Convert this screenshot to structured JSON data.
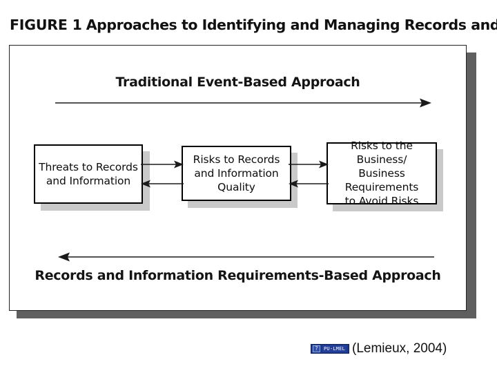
{
  "figure": {
    "label": "FIGURE 1",
    "caption": "Approaches to Identifying and Managing Records and Information Risks"
  },
  "diagram": {
    "top_approach": "Traditional Event-Based Approach",
    "bottom_approach": "Records and Information Requirements-Based Approach",
    "top_arrow_direction": "right",
    "bottom_arrow_direction": "left",
    "boxes": [
      {
        "id": "threats",
        "text": "Threats to Records\nand Information"
      },
      {
        "id": "quality",
        "text": "Risks to Records\nand Information Quality"
      },
      {
        "id": "business",
        "text": "Risks to the Business/\nBusiness Requirements\nto Avoid Risks"
      }
    ],
    "connectors": [
      {
        "from": "threats",
        "to": "quality",
        "direction": "right"
      },
      {
        "from": "quality",
        "to": "threats",
        "direction": "left"
      },
      {
        "from": "quality",
        "to": "business",
        "direction": "right"
      },
      {
        "from": "business",
        "to": "quality",
        "direction": "left"
      }
    ],
    "colors": {
      "box_border": "#000000",
      "box_shadow": "#c9c9c9",
      "panel_border": "#222222",
      "panel_shadow": "#5f5f5f",
      "arrow": "#1a1a1a",
      "text": "#111111"
    }
  },
  "citation": {
    "text": "(Lemieux, 2004)",
    "logo_text": "PU-LMEL",
    "logo_glyph": "?",
    "logo_color": "#1b3a8c"
  }
}
